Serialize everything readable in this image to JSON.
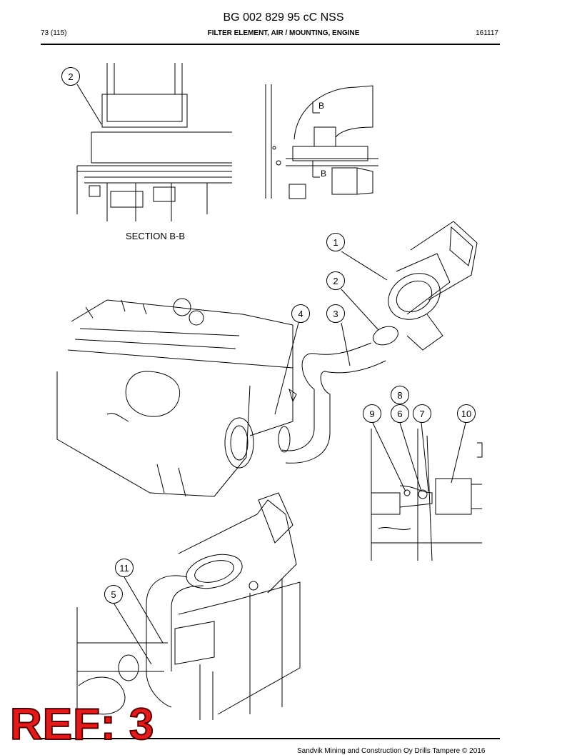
{
  "header": {
    "title": "BG 002 829 95 cC NSS",
    "page": "73 (115)",
    "section": "FILTER ELEMENT, AIR / MOUNTING, ENGINE",
    "code": "161117"
  },
  "section_label": "SECTION B-B",
  "section_markers": [
    "B",
    "B"
  ],
  "callouts": [
    "2",
    "1",
    "2",
    "4",
    "3",
    "8",
    "9",
    "6",
    "7",
    "10",
    "11",
    "5"
  ],
  "ref_label": "REF: 3",
  "footer": {
    "copyright": "Sandvik Mining and Construction Oy Drills Tampere © 2016"
  }
}
